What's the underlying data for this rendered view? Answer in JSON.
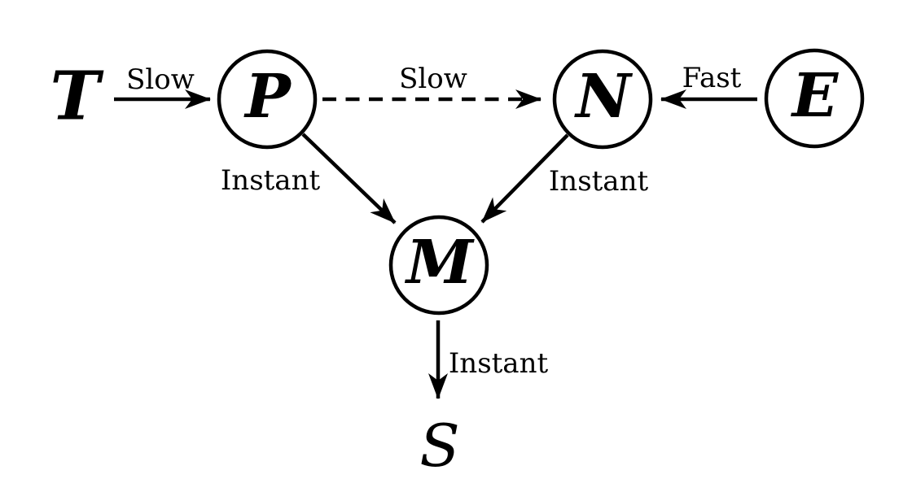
{
  "diagram": {
    "background_color": "#ffffff",
    "stroke_color": "#000000",
    "nodes": [
      {
        "id": "T",
        "label": "T",
        "shape": "plain"
      },
      {
        "id": "P",
        "label": "P",
        "shape": "circle"
      },
      {
        "id": "N",
        "label": "N",
        "shape": "circle"
      },
      {
        "id": "E",
        "label": "E",
        "shape": "circle"
      },
      {
        "id": "M",
        "label": "M",
        "shape": "circle"
      },
      {
        "id": "S",
        "label": "S",
        "shape": "plain"
      }
    ],
    "edges": [
      {
        "from": "T",
        "to": "P",
        "label": "Slow",
        "line": "solid"
      },
      {
        "from": "P",
        "to": "N",
        "label": "Slow",
        "line": "dashed"
      },
      {
        "from": "E",
        "to": "N",
        "label": "Fast",
        "line": "solid"
      },
      {
        "from": "P",
        "to": "M",
        "label": "Instant",
        "line": "solid"
      },
      {
        "from": "N",
        "to": "M",
        "label": "Instant",
        "line": "solid"
      },
      {
        "from": "M",
        "to": "S",
        "label": "Instant",
        "line": "solid"
      }
    ]
  }
}
